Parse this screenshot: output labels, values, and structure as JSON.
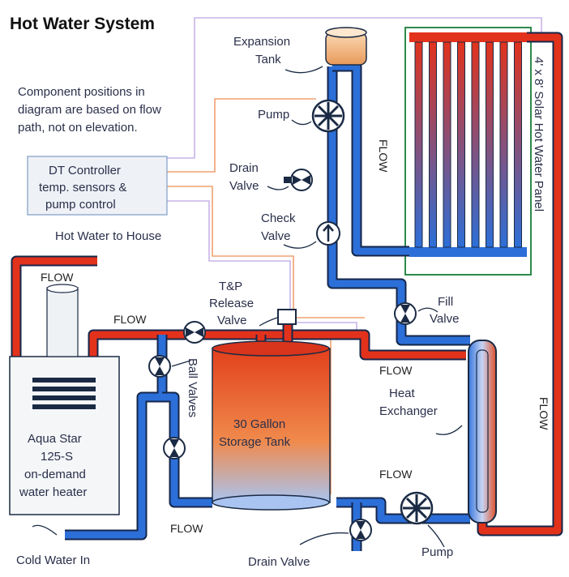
{
  "title": "Hot Water System",
  "note_lines": [
    "Component positions in",
    "diagram are based on flow",
    "path, not on elevation."
  ],
  "controller_lines": [
    "DT Controller",
    "temp. sensors &",
    "pump control"
  ],
  "labels": {
    "expansion_tank": [
      "Expansion",
      "Tank"
    ],
    "pump_top": "Pump",
    "drain_valve_top": [
      "Drain",
      "Valve"
    ],
    "check_valve": [
      "Check",
      "Valve"
    ],
    "hot_water_to_house": "Hot Water to House",
    "tp_valve": [
      "T&P",
      "Release",
      "Valve"
    ],
    "fill_valve": [
      "Fill",
      "Valve"
    ],
    "ball_valves": "Ball Valves",
    "storage_tank": [
      "30 Gallon",
      "Storage Tank"
    ],
    "heat_exchanger": [
      "Heat",
      "Exchanger"
    ],
    "heater": [
      "Aqua Star",
      "125-S",
      "on-demand",
      "water heater"
    ],
    "cold_water_in": "Cold Water In",
    "drain_valve_bottom": "Drain Valve",
    "pump_bottom": "Pump",
    "solar_panel": "4' x 8' Solar Hot Water Panel"
  },
  "flow_label": "FLOW",
  "colors": {
    "hot": "#e2321c",
    "cold": "#2c6fd8",
    "text": "#2a2f4a"
  }
}
